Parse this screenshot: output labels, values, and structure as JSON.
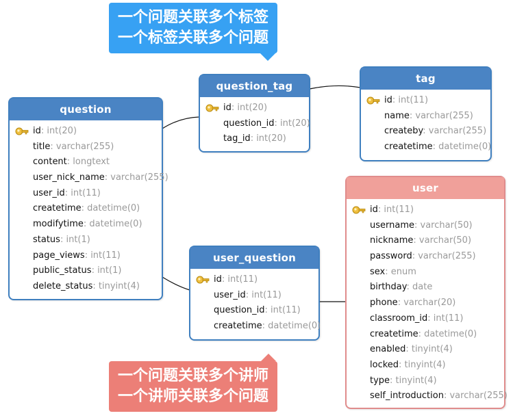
{
  "notes": {
    "top": [
      "一个问题关联多个标签",
      "一个标签关联多个问题"
    ],
    "bottom": [
      "一个问题关联多个讲师",
      "一个讲师关联多个问题"
    ]
  },
  "tables": {
    "question": {
      "title": "question",
      "fields": [
        {
          "name": "id",
          "type": ": int(20)",
          "key": true
        },
        {
          "name": "title",
          "type": ": varchar(255)"
        },
        {
          "name": "content",
          "type": ": longtext"
        },
        {
          "name": "user_nick_name",
          "type": ": varchar(255)"
        },
        {
          "name": "user_id",
          "type": ": int(11)"
        },
        {
          "name": "createtime",
          "type": ": datetime(0)"
        },
        {
          "name": "modifytime",
          "type": ": datetime(0)"
        },
        {
          "name": "status",
          "type": ": int(1)"
        },
        {
          "name": "page_views",
          "type": ": int(11)"
        },
        {
          "name": "public_status",
          "type": ": int(1)"
        },
        {
          "name": "delete_status",
          "type": ": tinyint(4)"
        }
      ]
    },
    "question_tag": {
      "title": "question_tag",
      "fields": [
        {
          "name": "id",
          "type": ": int(20)",
          "key": true
        },
        {
          "name": "question_id",
          "type": ": int(20)"
        },
        {
          "name": "tag_id",
          "type": ": int(20)"
        }
      ]
    },
    "tag": {
      "title": "tag",
      "fields": [
        {
          "name": "id",
          "type": ": int(11)",
          "key": true
        },
        {
          "name": "name",
          "type": ": varchar(255)"
        },
        {
          "name": "createby",
          "type": ": varchar(255)"
        },
        {
          "name": "createtime",
          "type": ": datetime(0)"
        }
      ]
    },
    "user_question": {
      "title": "user_question",
      "fields": [
        {
          "name": "id",
          "type": ": int(11)",
          "key": true
        },
        {
          "name": "user_id",
          "type": ": int(11)"
        },
        {
          "name": "question_id",
          "type": ": int(11)"
        },
        {
          "name": "createtime",
          "type": ": datetime(0)"
        }
      ]
    },
    "user": {
      "title": "user",
      "fields": [
        {
          "name": "id",
          "type": ": int(11)",
          "key": true
        },
        {
          "name": "username",
          "type": ": varchar(50)"
        },
        {
          "name": "nickname",
          "type": ": varchar(50)"
        },
        {
          "name": "password",
          "type": ": varchar(255)"
        },
        {
          "name": "sex",
          "type": ": enum"
        },
        {
          "name": "birthday",
          "type": ": date"
        },
        {
          "name": "phone",
          "type": ": varchar(20)"
        },
        {
          "name": "classroom_id",
          "type": ": int(11)"
        },
        {
          "name": "createtime",
          "type": ": datetime(0)"
        },
        {
          "name": "enabled",
          "type": ": tinyint(4)"
        },
        {
          "name": "locked",
          "type": ": tinyint(4)"
        },
        {
          "name": "type",
          "type": ": tinyint(4)"
        },
        {
          "name": "self_introduction",
          "type": ": varchar(255)"
        }
      ]
    }
  }
}
